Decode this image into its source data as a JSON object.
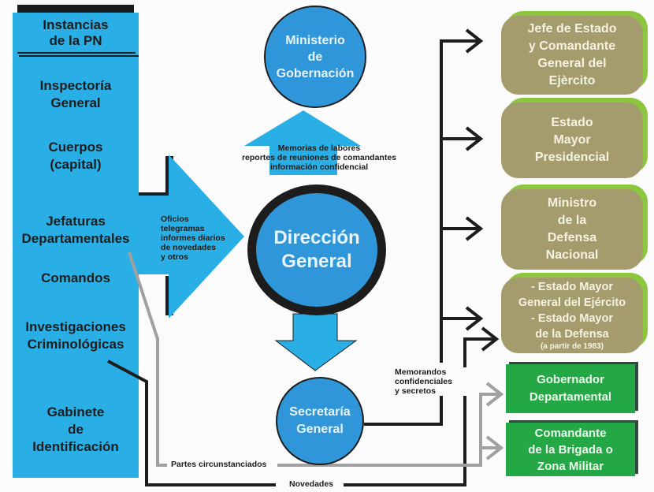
{
  "left_panel": {
    "title_lines": [
      "Instancias",
      "de la PN"
    ],
    "items": [
      {
        "lines": [
          "Inspectoría",
          "General"
        ]
      },
      {
        "lines": [
          "Cuerpos",
          "(capital)"
        ]
      },
      {
        "lines": [
          "Jefaturas",
          "Departamentales"
        ]
      },
      {
        "lines": [
          "Comandos"
        ]
      },
      {
        "lines": [
          "Investigaciones",
          "Criminológicas"
        ]
      },
      {
        "lines": [
          "Gabinete",
          "de",
          "Identificación"
        ]
      }
    ]
  },
  "center": {
    "ministerio": [
      "Ministerio",
      "de",
      "Gobernación"
    ],
    "up_arrow_note": [
      "Memorias de labores",
      "reportes de reuniones de comandantes",
      "información confidencial"
    ],
    "right_arrow_note": [
      "Oficios",
      "telegramas",
      "informes diarios",
      "de novedades",
      "y otros"
    ],
    "direccion": [
      "Dirección",
      "General"
    ],
    "secretaria": [
      "Secretaría",
      "General"
    ],
    "memo_note": [
      "Memorandos",
      "confidenciales",
      "y secretos"
    ]
  },
  "bottom_labels": {
    "partes": "Partes circunstanciados",
    "novedades": "Novedades"
  },
  "right_boxes": {
    "olive": [
      {
        "lines": [
          "Jefe de Estado",
          "y Comandante",
          "General del",
          "Ejèrcito"
        ]
      },
      {
        "lines": [
          "Estado",
          "Mayor",
          "Presidencial"
        ]
      },
      {
        "lines": [
          "Ministro",
          "de la",
          "Defensa",
          "Nacional"
        ]
      },
      {
        "lines": [
          "- Estado Mayor",
          "General del Ejército",
          "- Estado Mayor",
          "de la Defensa"
        ],
        "note": "(a partir de 1983)"
      }
    ],
    "green": [
      {
        "lines": [
          "Gobernador",
          "Departamental"
        ]
      },
      {
        "lines": [
          "Comandante",
          "de la Brigada o",
          "Zona Militar"
        ]
      }
    ]
  },
  "colors": {
    "panel_blue": "#29aee6",
    "circle_blue": "#2f97d9",
    "olive": "#a59c6d",
    "olive_accent": "#8cc63f",
    "green": "#23a845",
    "line_black": "#1d1d1d",
    "line_gray": "#a0a0a0"
  }
}
